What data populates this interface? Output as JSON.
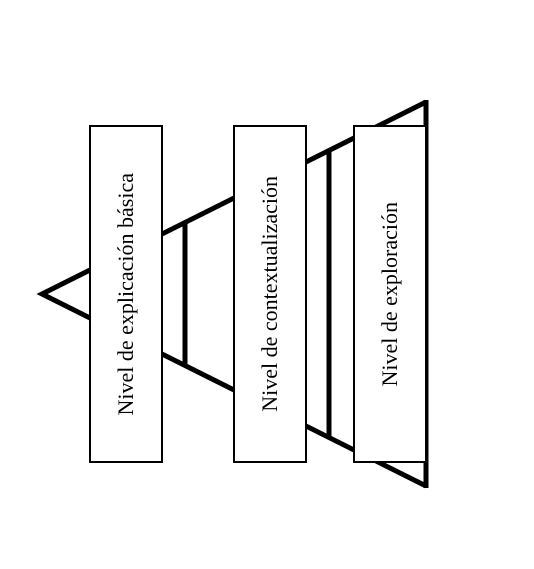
{
  "diagram": {
    "levels": [
      {
        "label": "Nivel de explicación básica"
      },
      {
        "label": "Nivel de contextualización"
      },
      {
        "label": "Nivel de exploración"
      }
    ],
    "colors": {
      "stroke": "#000000",
      "background": "#ffffff"
    }
  }
}
